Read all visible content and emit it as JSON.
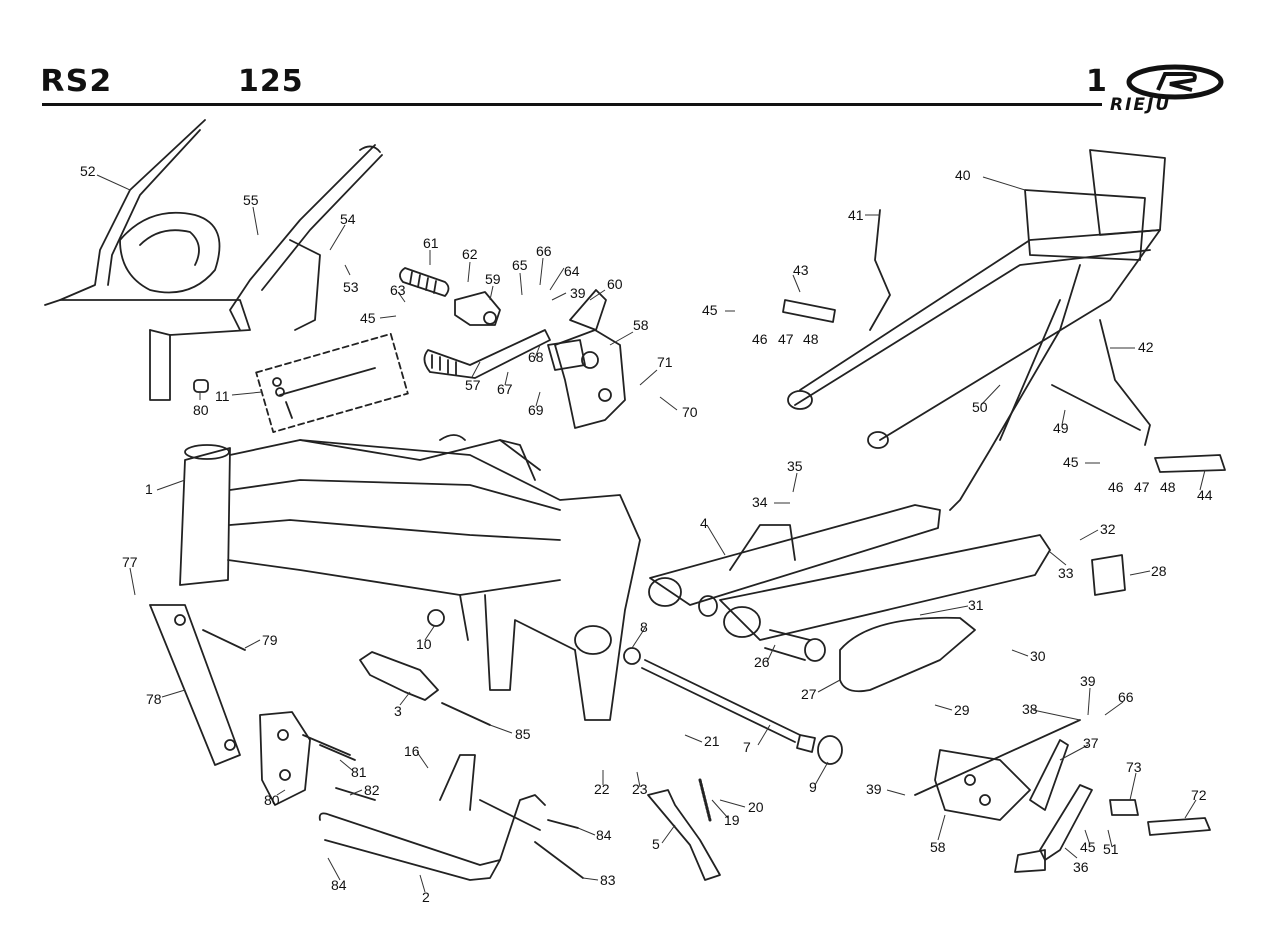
{
  "header": {
    "model_left": "RS2",
    "model_center": "125",
    "page_number": "1",
    "brand": "RIEJU"
  },
  "callouts": [
    "52",
    "55",
    "54",
    "53",
    "80",
    "11",
    "61",
    "62",
    "59",
    "65",
    "66",
    "64",
    "39",
    "60",
    "63",
    "45",
    "57",
    "67",
    "68",
    "69",
    "58",
    "71",
    "70",
    "41",
    "40",
    "43",
    "45",
    "46",
    "47",
    "48",
    "42",
    "50",
    "49",
    "45",
    "46",
    "47",
    "48",
    "44",
    "1",
    "77",
    "79",
    "78",
    "10",
    "3",
    "85",
    "80",
    "81",
    "82",
    "16",
    "2",
    "84",
    "84",
    "83",
    "35",
    "34",
    "4",
    "32",
    "33",
    "28",
    "31",
    "8",
    "26",
    "27",
    "30",
    "7",
    "29",
    "9",
    "21",
    "22",
    "23",
    "20",
    "19",
    "5",
    "39",
    "38",
    "66",
    "37",
    "39",
    "73",
    "72",
    "58",
    "45",
    "51",
    "36"
  ]
}
